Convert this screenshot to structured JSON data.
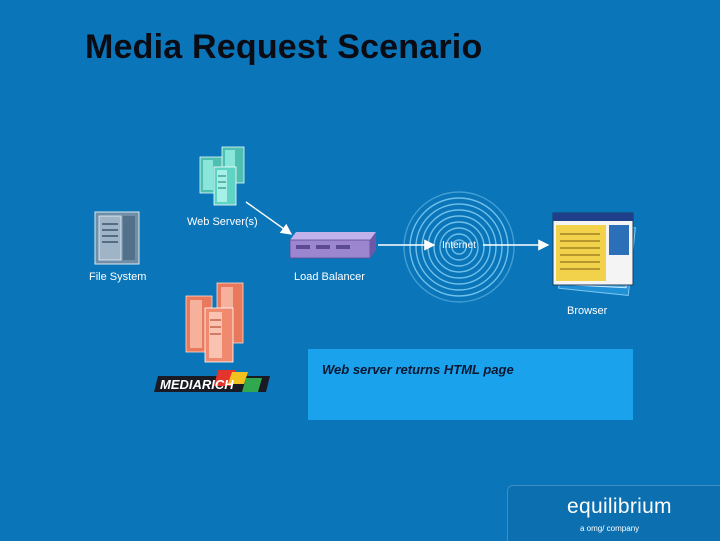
{
  "slide": {
    "title": "Media Request Scenario"
  },
  "diagram": {
    "nodes": {
      "web_servers": "Web Server(s)",
      "file_system": "File System",
      "load_balancer": "Load Balancer",
      "internet": "Internet",
      "browser": "Browser",
      "mediarich": "MEDIARICH"
    },
    "callout": "Web server returns HTML page"
  },
  "brand": {
    "name": "equilibrium",
    "tagline": "a omg/ company"
  },
  "colors": {
    "background": "#0a75b9",
    "callout": "#1aa3ec",
    "web_server": "#5fd3c4",
    "media_server": "#f08a6e",
    "load_balancer": "#9b86cf"
  }
}
